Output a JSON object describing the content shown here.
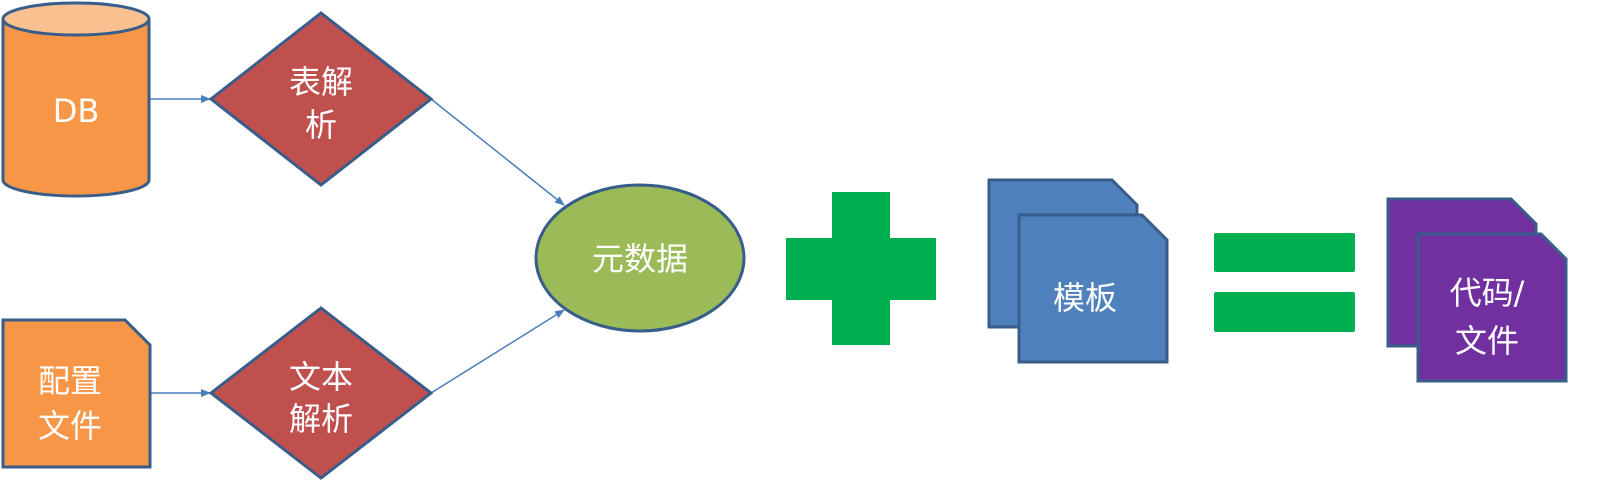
{
  "nodes": {
    "db": {
      "label": "DB"
    },
    "table_parse": {
      "line1": "表解",
      "line2": "析"
    },
    "config_file": {
      "line1": "配置",
      "line2": "文件"
    },
    "text_parse": {
      "line1": "文本",
      "line2": "解析"
    },
    "metadata": {
      "label": "元数据"
    },
    "template": {
      "label": "模板"
    },
    "output": {
      "line1": "代码/",
      "line2": "文件"
    }
  },
  "colors": {
    "orange": "#f79646",
    "orange_top": "#fac090",
    "red": "#c0504d",
    "green_ellipse": "#9bbb59",
    "operator_green": "#00b050",
    "blue": "#4f81bd",
    "purple": "#7030a0",
    "stroke": "#385d8a",
    "arrow": "#4a7ebb"
  }
}
